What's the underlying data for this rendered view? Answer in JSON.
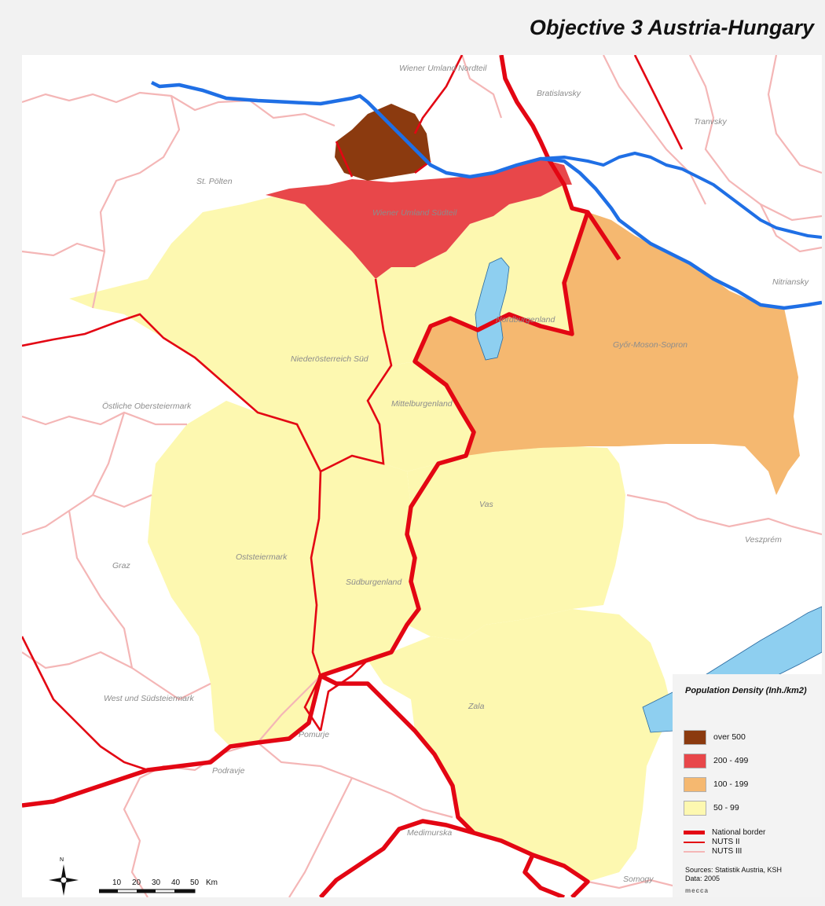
{
  "title": "Objective 3 Austria-Hungary",
  "colors": {
    "over_500": "#8b3a0f",
    "d200_499": "#e8474a",
    "d100_199": "#f5b870",
    "d50_99": "#fdf8b0",
    "national_border": "#e30613",
    "nuts2": "#e30613",
    "nuts3": "#f4b6b6",
    "river": "#1f6fe5",
    "lake": "#8ecff0"
  },
  "regions": {
    "wiener_umland_nordteil": "Wiener Umland Nordteil",
    "bratislavsky": "Bratislavsky",
    "tranvsky": "Tranvsky",
    "st_polten": "St. Pölten",
    "wiener_umland_sudteil": "Wiener Umland Südteil",
    "nitriansky": "Nitriansky",
    "nordburgenland": "Nordburgenland",
    "gyor_moson_sopron": "Győr-Moson-Sopron",
    "niederosterreich_sud": "Niederösterreich Süd",
    "ostliche_obersteiermark": "Östliche Obersteiermark",
    "mittelburgenland": "Mittelburgenland",
    "vas": "Vas",
    "veszprem": "Veszprém",
    "graz": "Graz",
    "oststeiermark": "Oststeiermark",
    "sudburgenland": "Südburgenland",
    "west_und_sudsteiermark": "West und Südsteiermark",
    "pomurje": "Pomurje",
    "zala": "Zala",
    "podravje": "Podravje",
    "medimurska": "Medimurska",
    "somogy": "Somogy"
  },
  "legend": {
    "title": "Population Density (Inh./km2)",
    "classes": [
      {
        "label": "over 500",
        "color": "#8b3a0f"
      },
      {
        "label": "200 - 499",
        "color": "#e8474a"
      },
      {
        "label": "100 - 199",
        "color": "#f5b870"
      },
      {
        "label": "50 - 99",
        "color": "#fdf8b0"
      }
    ],
    "lines": [
      {
        "label": "National border",
        "color": "#e30613",
        "weight": "thick"
      },
      {
        "label": "NUTS II",
        "color": "#e30613",
        "weight": "medium"
      },
      {
        "label": "NUTS III",
        "color": "#f4b6b6",
        "weight": "thin"
      }
    ],
    "sources": "Sources: Statistik Austria, KSH",
    "data_year": "Data: 2005",
    "logo": "mecca"
  },
  "scalebar": {
    "ticks": [
      "10",
      "20",
      "30",
      "40",
      "50"
    ],
    "unit": "Km"
  },
  "compass": {
    "north": "N"
  }
}
